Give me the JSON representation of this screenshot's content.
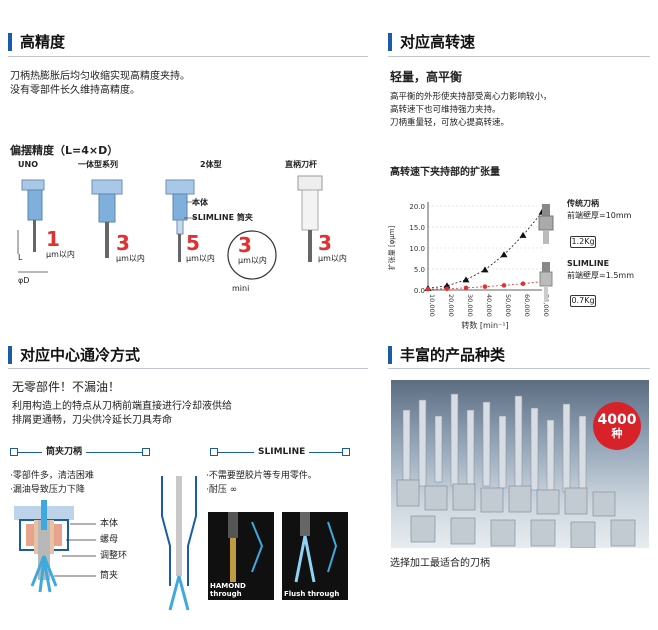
{
  "precision": {
    "title": "高精度",
    "desc_line1": "刀柄热膨胀后均匀收缩实现高精度夹持。",
    "desc_line2": "没有零部件长久维持高精度。",
    "runout_title": "偏摆精度（L=4×D）",
    "types": [
      {
        "name": "UNO",
        "value": "1",
        "unit": "μm以内"
      },
      {
        "name": "一体型系列",
        "value": "3",
        "unit": "μm以内"
      },
      {
        "name": "2体型",
        "value": "5",
        "unit": "μm以内"
      },
      {
        "name": "",
        "value": "3",
        "unit": "μm以内"
      },
      {
        "name": "直柄刀杆",
        "value": "3",
        "unit": "μm以内"
      }
    ],
    "label_body": "本体",
    "label_slimline": "SLIMLINE 筒夹",
    "label_mini": "mini",
    "label_L": "L",
    "label_D": "φD"
  },
  "speed": {
    "title": "对应高转速",
    "subtitle": "轻量，高平衡",
    "desc_line1": "高平衡的外形使夹持部受离心力影响较小，",
    "desc_line2": "高转速下也可维持强力夹持。",
    "desc_line3": "刀柄重量轻，可放心提高转速。",
    "chart_title": "高转速下夹持部的扩张量"
  },
  "chart_data": {
    "type": "line",
    "title": "高转速下夹持部的扩张量",
    "xlabel": "转数 [min⁻¹]",
    "ylabel": "扩张量 [φμm]",
    "categories": [
      "10,000",
      "20,000",
      "30,000",
      "40,000",
      "50,000",
      "60,000",
      "70,000"
    ],
    "x": [
      10000,
      20000,
      30000,
      40000,
      50000,
      60000,
      70000
    ],
    "xlim": [
      10000,
      70000
    ],
    "ylim": [
      0,
      20
    ],
    "yticks": [
      "0.0",
      "5.0",
      "10.0",
      "15.0",
      "20.0"
    ],
    "series": [
      {
        "name": "传统刀柄",
        "spec": "前端壁厚=10mm",
        "weight": "1.2Kg",
        "color": "#111111",
        "marker": "triangle",
        "values": [
          0.4,
          1.0,
          2.4,
          4.8,
          8.4,
          13.0,
          18.5
        ]
      },
      {
        "name": "SLIMLINE",
        "spec": "前端壁厚=1.5mm",
        "weight": "0.7Kg",
        "color": "#e03030",
        "marker": "circle",
        "values": [
          0.2,
          0.3,
          0.5,
          0.8,
          1.1,
          1.5,
          2.0
        ]
      }
    ]
  },
  "coolant": {
    "title": "对应中心通冷方式",
    "tagline": "无零部件！不漏油！",
    "desc_line1": "利用构造上的特点从刀柄前端直接进行冷却液供给",
    "desc_line2": "排屑更通畅，刀尖供冷延长刀具寿命",
    "left_header": "筒夹刀柄",
    "left_bullet1": "·零部件多，清洁困难",
    "left_bullet2": "·漏油导致压力下降",
    "parts": [
      "本体",
      "螺母",
      "调整环",
      "筒夹"
    ],
    "right_header": "SLIMLINE",
    "right_bullet1": "·不需要塑胶片等专用零件。",
    "right_bullet2": "·耐压 ∞",
    "photo1_caption": "HAMOND through",
    "photo2_caption": "Flush through"
  },
  "variety": {
    "title": "丰富的产品种类",
    "badge_number": "4000",
    "badge_unit": "种",
    "caption": "选择加工最适合的刀柄"
  },
  "colors": {
    "accent": "#1a5ca8",
    "highlight": "#e03030"
  }
}
